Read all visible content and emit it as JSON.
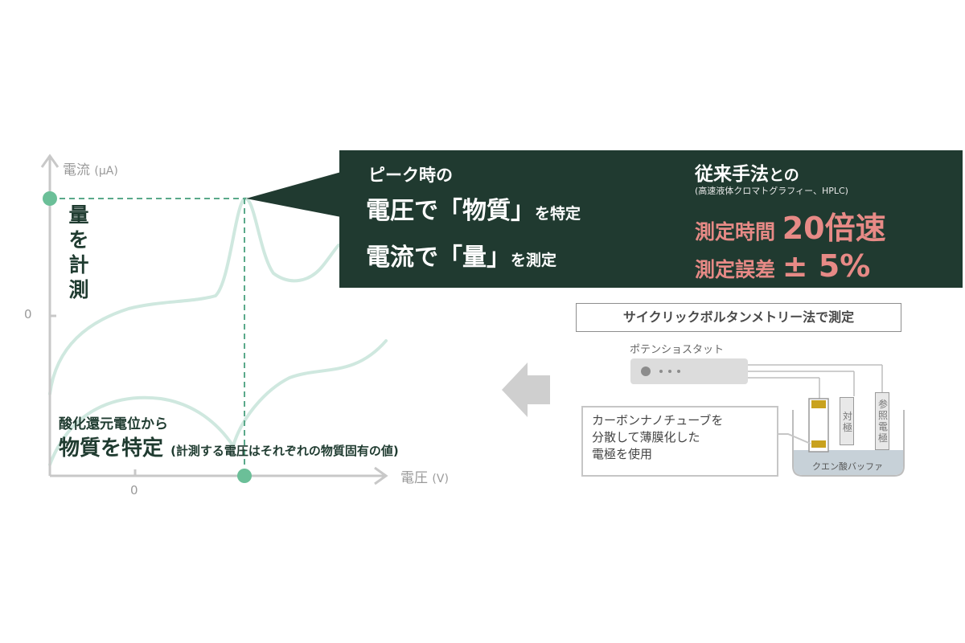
{
  "graph": {
    "y_axis_label": "電流",
    "y_axis_unit": "(μA)",
    "x_axis_label": "電圧",
    "x_axis_unit": "(V)",
    "y_zero": "0",
    "x_zero": "0",
    "vertical_text": [
      "量",
      "を",
      "計",
      "測"
    ],
    "redox_line1": "酸化還元電位から",
    "redox_line2": "物質を特定",
    "redox_note": "(計測する電圧はそれぞれの物質固有の値)",
    "colors": {
      "axis": "#c8c8c8",
      "curve": "#cfe8df",
      "dash": "#5aa98a",
      "marker": "#6bbf98"
    }
  },
  "callout": {
    "line1": "ピーク時の",
    "line2_a": "電圧で「物質」",
    "line2_b": "を特定",
    "line3_a": "電流で「量」",
    "line3_b": "を測定",
    "right_title_a": "従来手法",
    "right_title_b": "との",
    "right_sub": "(高速液体クロマトグラフィー、HPLC)",
    "speed_label": "測定時間",
    "speed_value": "20倍速",
    "error_label": "測定誤差",
    "error_value": "± 5%",
    "colors": {
      "bg": "#203a30",
      "accent": "#e78a86"
    }
  },
  "apparatus": {
    "method": "サイクリックボルタンメトリー法で測定",
    "potentiostat": "ポテンショスタット",
    "cnt_lines": [
      "カーボンナノチューブを",
      "分散して薄膜化した",
      "電極を使用"
    ],
    "counter_electrode": [
      "対",
      "極"
    ],
    "reference_electrode": [
      "参",
      "照",
      "電",
      "極"
    ],
    "buffer": "クエン酸バッファ"
  }
}
